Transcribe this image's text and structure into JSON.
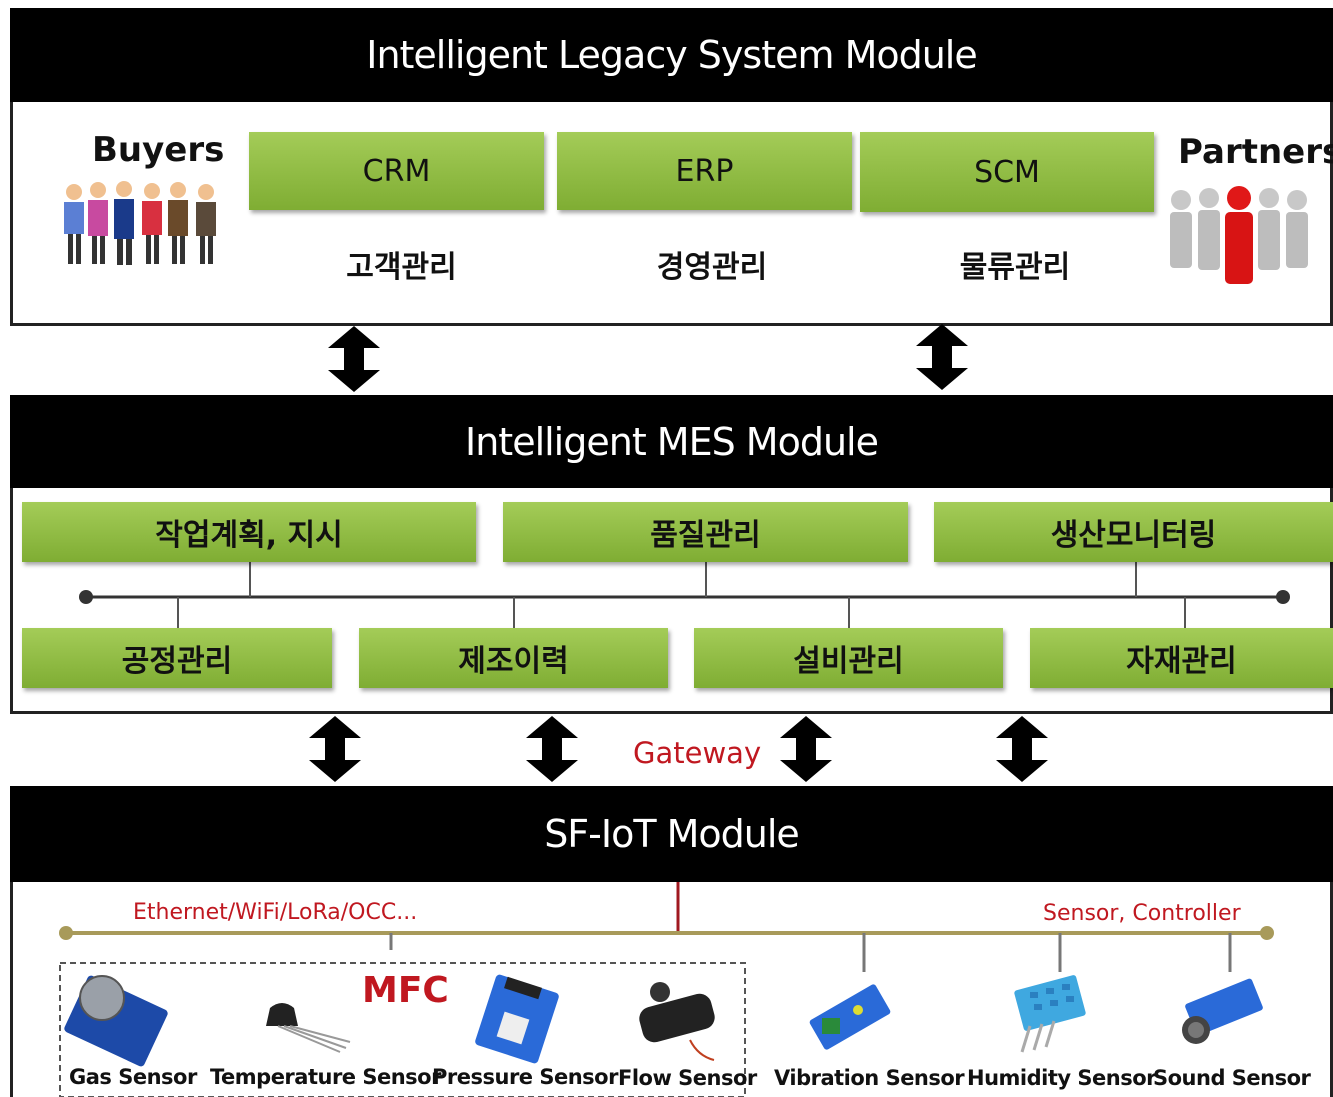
{
  "legacy": {
    "title": "Intelligent Legacy System Module",
    "buyers": "Buyers",
    "partners": "Partners",
    "boxes": [
      {
        "label": "CRM",
        "sub": "고객관리"
      },
      {
        "label": "ERP",
        "sub": "경영관리"
      },
      {
        "label": "SCM",
        "sub": "물류관리"
      }
    ]
  },
  "mes": {
    "title": "Intelligent MES Module",
    "top": [
      "작업계획, 지시",
      "품질관리",
      "생산모니터링"
    ],
    "bottom": [
      "공정관리",
      "제조이력",
      "설비관리",
      "자재관리"
    ]
  },
  "gateway": "Gateway",
  "iot": {
    "title": "SF-IoT Module",
    "network": "Ethernet/WiFi/LoRa/OCC...",
    "sensor_controller": "Sensor, Controller",
    "mfc": "MFC",
    "sensors": [
      "Gas Sensor",
      "Temperature Sensor",
      "Pressure Sensor",
      "Flow Sensor",
      "Vibration Sensor",
      "Humidity Sensor",
      "Sound Sensor"
    ]
  },
  "colors": {
    "green_top": "#a4cc58",
    "green_bottom": "#7fad33",
    "header": "#000000",
    "red_text": "#c01820",
    "bus_olive": "#a89a5a"
  }
}
